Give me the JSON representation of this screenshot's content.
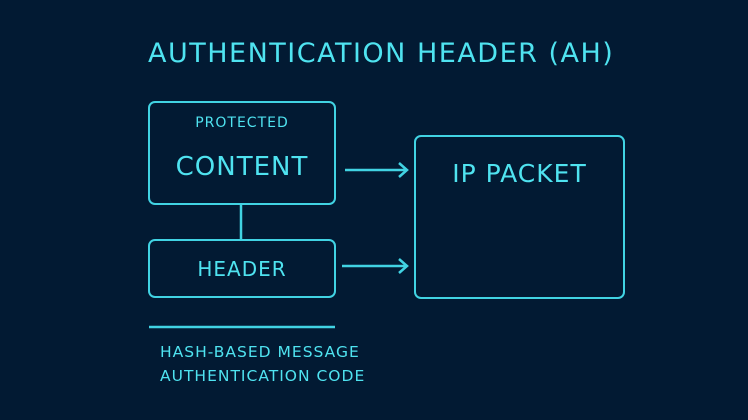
{
  "title": "AUTHENTICATION HEADER (AH)",
  "boxes": {
    "content": {
      "small_label": "PROTECTED",
      "label": "CONTENT"
    },
    "header": {
      "label": "HEADER"
    },
    "ip_packet": {
      "label": "IP PACKET"
    }
  },
  "caption": {
    "line1": "HASH-BASED MESSAGE",
    "line2": "AUTHENTICATION CODE"
  },
  "colors": {
    "background": "#021a33",
    "accent": "#4fe3f0"
  }
}
